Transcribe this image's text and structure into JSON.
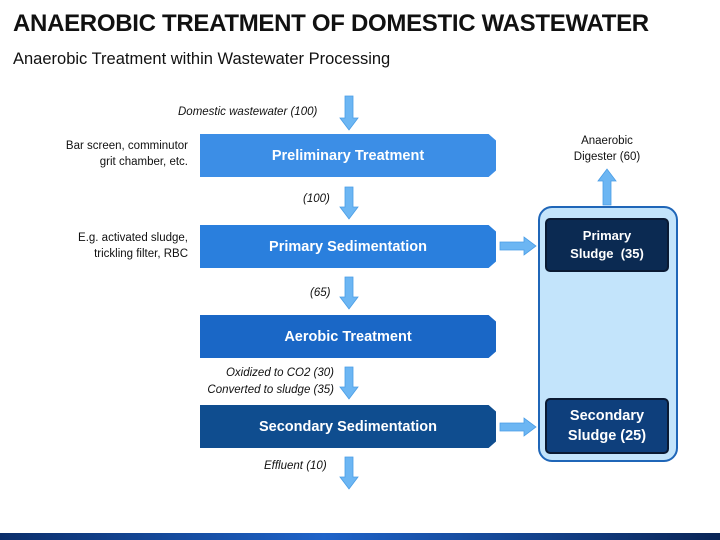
{
  "title": "ANAEROBIC TREATMENT OF DOMESTIC WASTEWATER",
  "subtitle": "Anaerobic Treatment within Wastewater Processing",
  "flow_labels": {
    "input": "Domestic wastewater (100)",
    "after_preliminary": "(100)",
    "after_primary": "(65)",
    "aerobic_line1": "Oxidized to CO2 (30)",
    "aerobic_line2": "Converted to sludge (35)",
    "effluent": "Effluent (10)"
  },
  "side_notes": {
    "preliminary_line1": "Bar screen, comminutor",
    "preliminary_line2": "grit chamber, etc.",
    "primary_line1": "E.g. activated sludge,",
    "primary_line2": "trickling filter, RBC"
  },
  "stages": {
    "preliminary": "Preliminary Treatment",
    "primary": "Primary Sedimentation",
    "aerobic": "Aerobic Treatment",
    "secondary": "Secondary Sedimentation"
  },
  "digester": {
    "label_line1": "Anaerobic",
    "label_line2": "Digester (60)",
    "primary_sludge_line1": "Primary",
    "primary_sludge_line2": "Sludge  (35)",
    "secondary_sludge_line1": "Secondary",
    "secondary_sludge_line2": "Sludge (25)"
  },
  "colors": {
    "arrow": "#6cb6f3",
    "preliminary": "#3c8ee6",
    "primary": "#2a7fdd",
    "aerobic": "#1a67c6",
    "secondary": "#0f4d8f",
    "digester_fill": "#c3e4fb",
    "sludge_dark": "#0b2a52"
  }
}
